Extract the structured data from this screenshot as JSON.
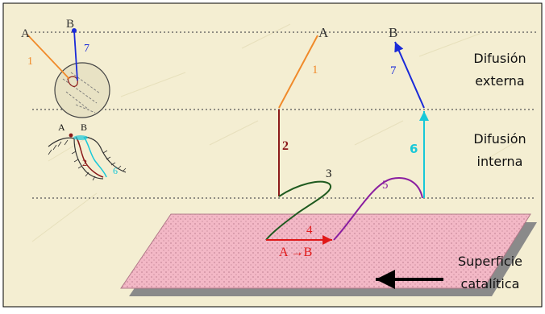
{
  "points": {
    "a": "A",
    "b": "B"
  },
  "steps": [
    "1",
    "2",
    "3",
    "4",
    "5",
    "6",
    "7"
  ],
  "reaction": "A →B",
  "zones": {
    "external_line1": "Difusión",
    "external_line2": "externa",
    "internal_line1": "Difusión",
    "internal_line2": "interna"
  },
  "surface": {
    "line1": "Superficie",
    "line2": "catalítica"
  },
  "colors": {
    "background": "#f4eed2",
    "step1": "#f08a2a",
    "step2": "#8b1a1a",
    "step3": "#1f5a1f",
    "step4": "#e01818",
    "step5": "#8a1ea0",
    "step6": "#18c8d8",
    "step7": "#1a2ad8",
    "surface_fill": "#f2b3c2",
    "surface_shadow": "#8a8a8a"
  }
}
